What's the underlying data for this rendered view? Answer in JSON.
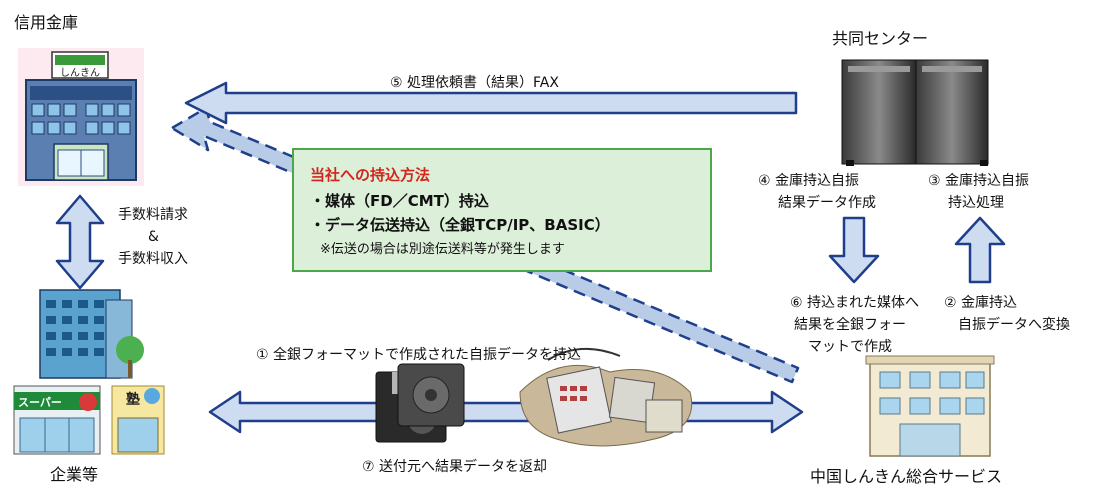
{
  "nodes": {
    "bank": "信用金庫",
    "center": "共同センター",
    "company": "企業等",
    "service": "中国しんきん総合サービス",
    "bank_sign": "しんきん",
    "supermarket_sign": "スーパー",
    "juku_sign": "塾"
  },
  "steps": {
    "s1": "① 全銀フォーマットで作成された自振データを持込",
    "s2_line1": "② 金庫持込",
    "s2_line2": "自振データへ変換",
    "s3_line1": "③ 金庫持込自振",
    "s3_line2": "持込処理",
    "s4_line1": "④ 金庫持込自振",
    "s4_line2": "結果データ作成",
    "s5": "⑤ 処理依頼書（結果）FAX",
    "s6_line1": "⑥ 持込まれた媒体へ",
    "s6_line2": "結果を全銀フォー",
    "s6_line3": "マットで作成",
    "s7": "⑦ 送付元へ結果データを返却"
  },
  "fee": {
    "line1": "手数料請求",
    "line2": "&",
    "line3": "手数料収入"
  },
  "infobox": {
    "title": "当社への持込方法",
    "item1": "・媒体（FD／CMT）持込",
    "item2": "・データ伝送持込（全銀TCP/IP、BASIC）",
    "note": "※伝送の場合は別途伝送料等が発生します"
  },
  "colors": {
    "arrow_fill": "#cddcf0",
    "arrow_fill_dark": "#b8cce8",
    "arrow_stroke": "#1f3f8c",
    "info_title": "#d2261c",
    "info_bg": "#dcefd9",
    "info_border": "#4aa84a"
  }
}
